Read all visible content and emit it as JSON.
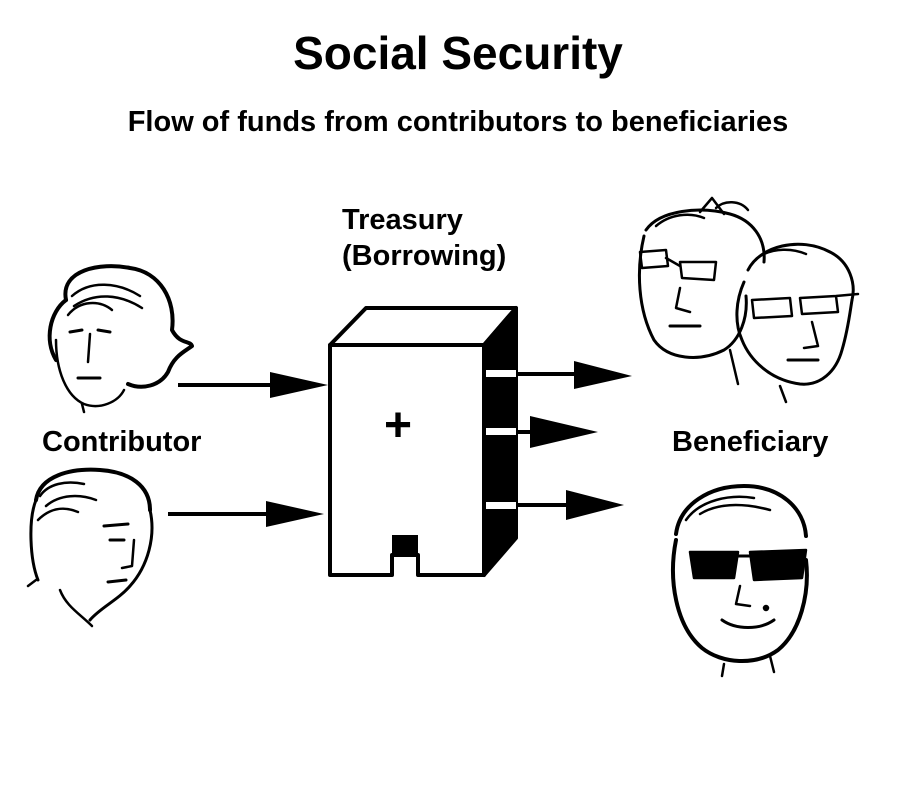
{
  "title": "Social Security",
  "subtitle": "Flow of funds from contributors to beneficiaries",
  "treasury": {
    "line1": "Treasury",
    "line2": "(Borrowing)",
    "symbol": "+"
  },
  "contributor_label": "Contributor",
  "beneficiary_label": "Beneficiary",
  "icons": [
    "contributor-face-icon",
    "contributor-face-icon",
    "treasury-building-icon",
    "beneficiary-couple-icon",
    "beneficiary-sunglasses-icon"
  ]
}
